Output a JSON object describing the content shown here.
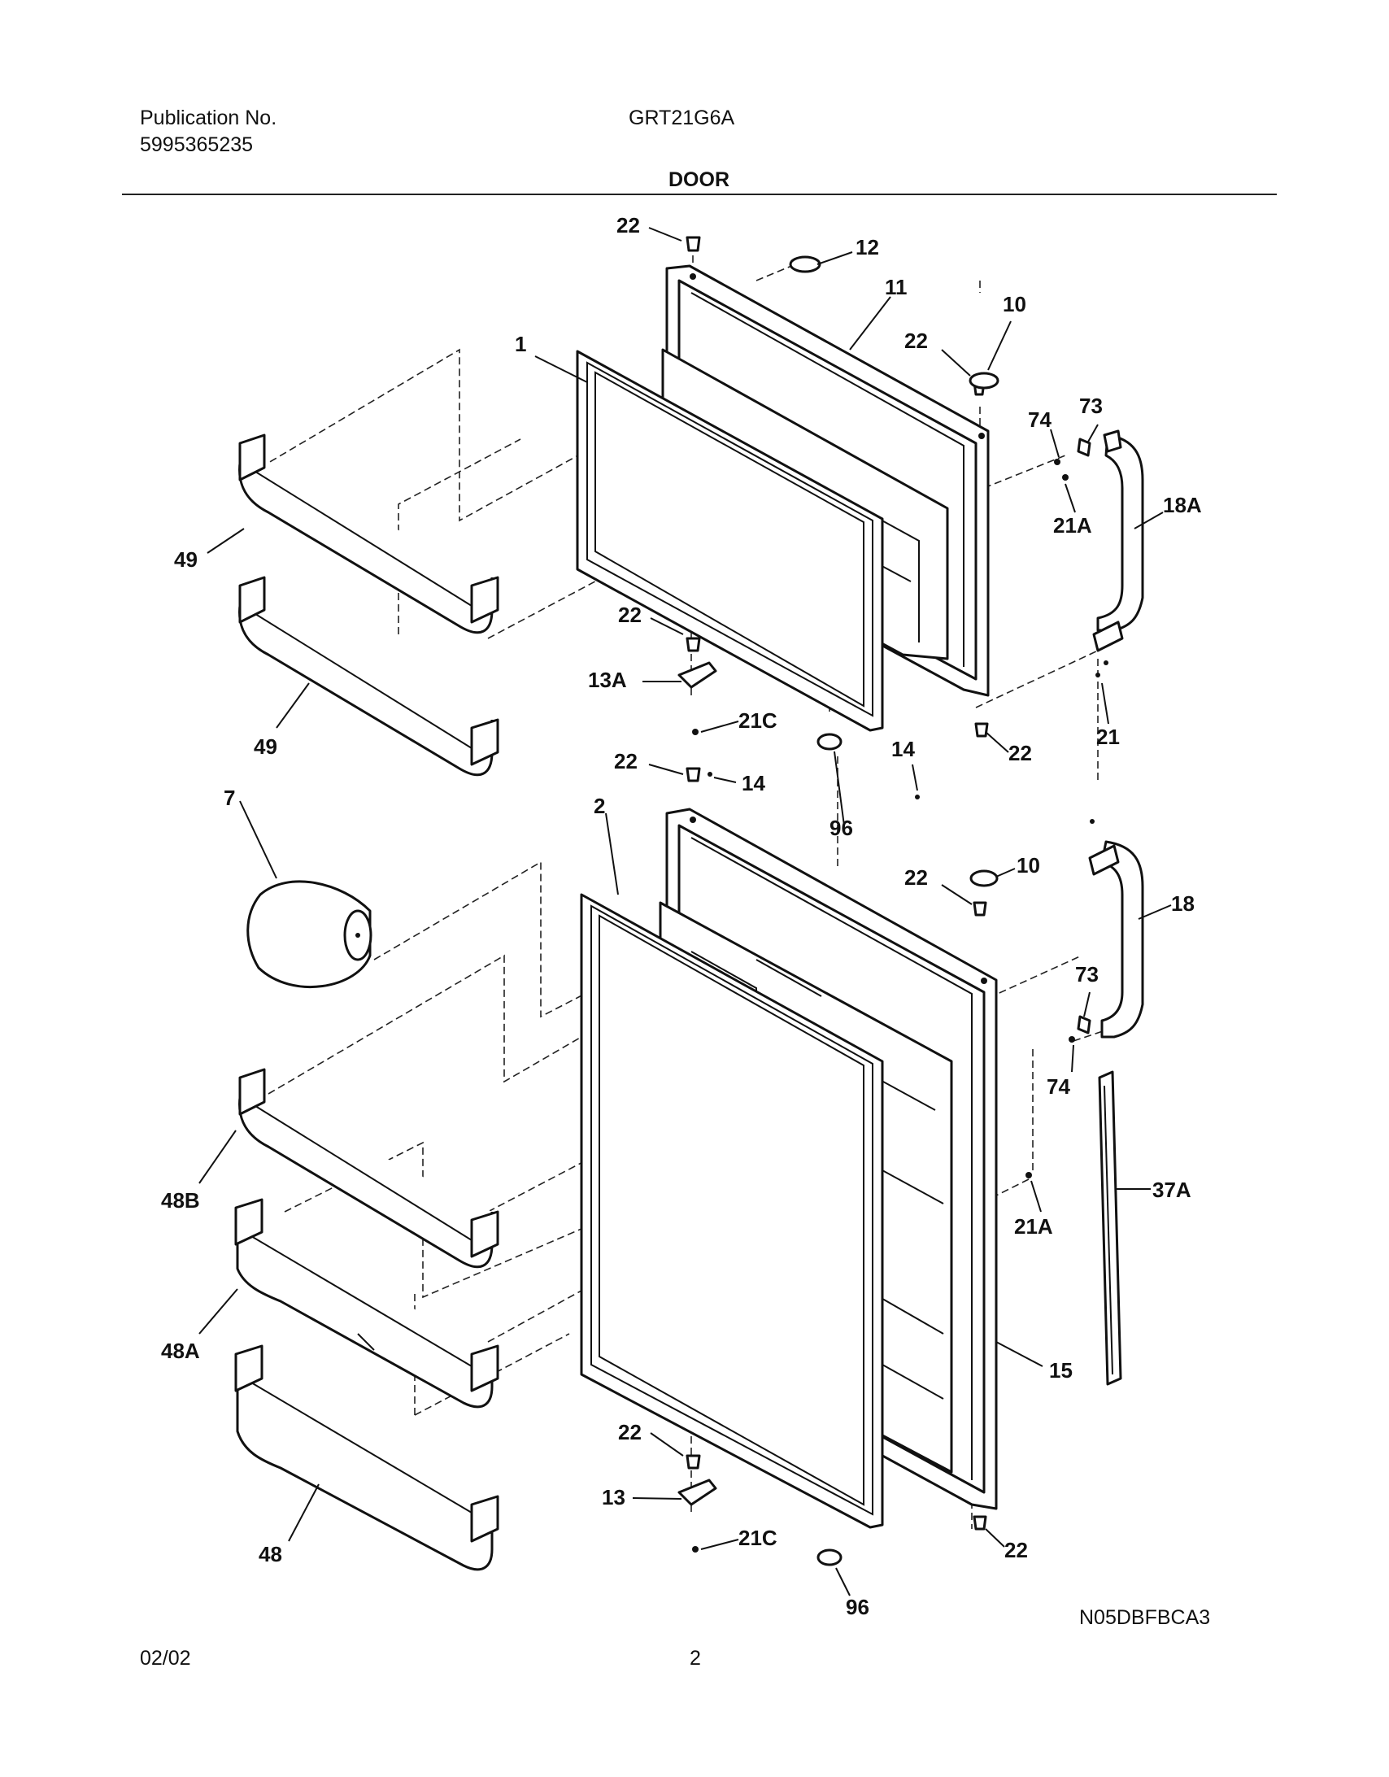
{
  "header": {
    "publication_label": "Publication No.",
    "publication_number": "5995365235",
    "model": "GRT21G6A",
    "section_title": "DOOR"
  },
  "footer": {
    "date": "02/02",
    "page": "2",
    "diagram_code": "N05DBFBCA3"
  },
  "callouts": [
    {
      "id": "c-22-a",
      "text": "22"
    },
    {
      "id": "c-12",
      "text": "12"
    },
    {
      "id": "c-11",
      "text": "11"
    },
    {
      "id": "c-10-a",
      "text": "10"
    },
    {
      "id": "c-22-b",
      "text": "22"
    },
    {
      "id": "c-1",
      "text": "1"
    },
    {
      "id": "c-74-a",
      "text": "74"
    },
    {
      "id": "c-73-a",
      "text": "73"
    },
    {
      "id": "c-21a-a",
      "text": "21A"
    },
    {
      "id": "c-18a",
      "text": "18A"
    },
    {
      "id": "c-49-a",
      "text": "49"
    },
    {
      "id": "c-22-c",
      "text": "22"
    },
    {
      "id": "c-13a",
      "text": "13A"
    },
    {
      "id": "c-21c-a",
      "text": "21C"
    },
    {
      "id": "c-49-b",
      "text": "49"
    },
    {
      "id": "c-22-d",
      "text": "22"
    },
    {
      "id": "c-21",
      "text": "21"
    },
    {
      "id": "c-22-e",
      "text": "22"
    },
    {
      "id": "c-14-a",
      "text": "14"
    },
    {
      "id": "c-14-b",
      "text": "14"
    },
    {
      "id": "c-96-a",
      "text": "96"
    },
    {
      "id": "c-7",
      "text": "7"
    },
    {
      "id": "c-2",
      "text": "2"
    },
    {
      "id": "c-10-b",
      "text": "10"
    },
    {
      "id": "c-22-f",
      "text": "22"
    },
    {
      "id": "c-18",
      "text": "18"
    },
    {
      "id": "c-73-b",
      "text": "73"
    },
    {
      "id": "c-74-b",
      "text": "74"
    },
    {
      "id": "c-48b",
      "text": "48B"
    },
    {
      "id": "c-37a",
      "text": "37A"
    },
    {
      "id": "c-21a-b",
      "text": "21A"
    },
    {
      "id": "c-48a",
      "text": "48A"
    },
    {
      "id": "c-15",
      "text": "15"
    },
    {
      "id": "c-22-g",
      "text": "22"
    },
    {
      "id": "c-13",
      "text": "13"
    },
    {
      "id": "c-21c-b",
      "text": "21C"
    },
    {
      "id": "c-22-h",
      "text": "22"
    },
    {
      "id": "c-48",
      "text": "48"
    },
    {
      "id": "c-96-b",
      "text": "96"
    }
  ]
}
